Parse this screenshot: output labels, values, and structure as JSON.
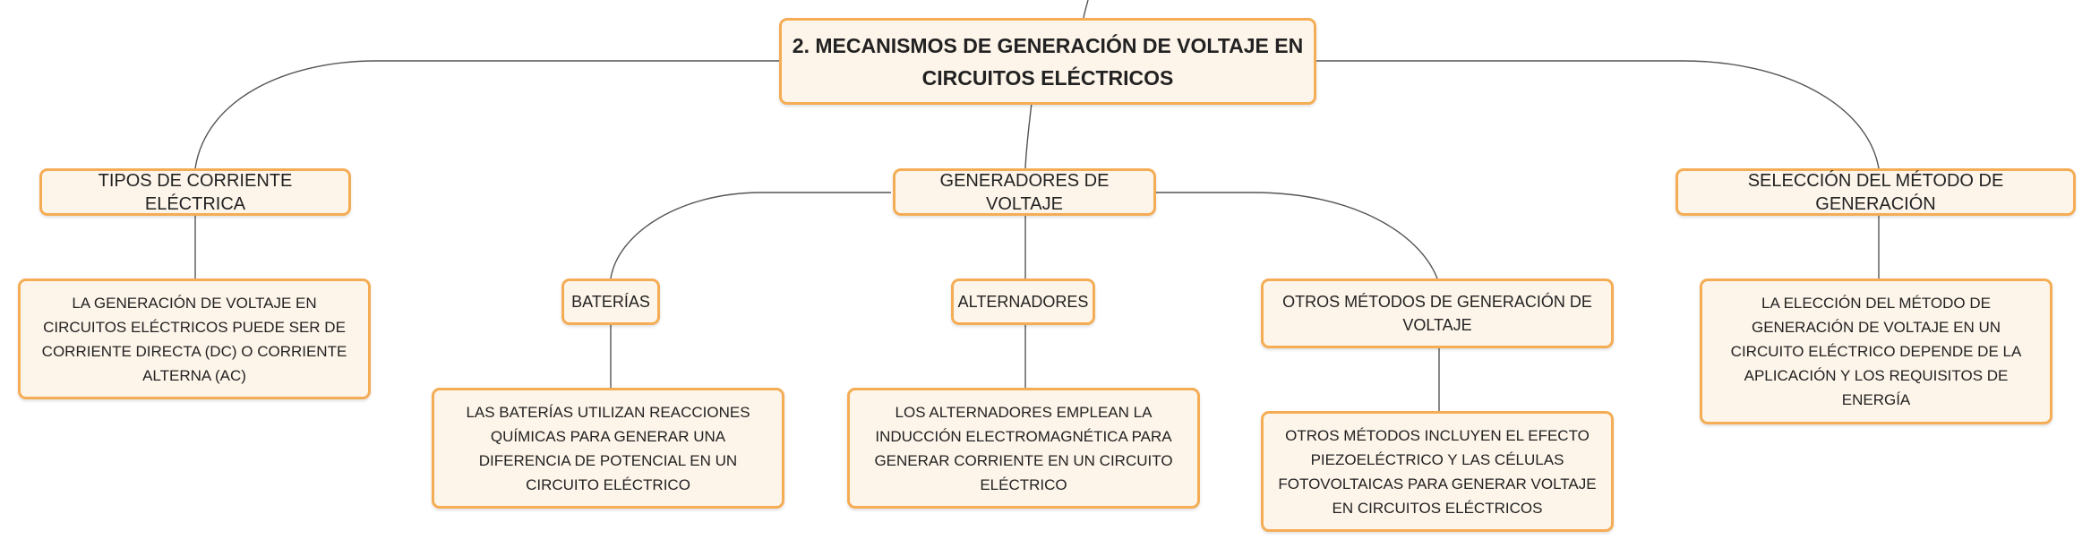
{
  "colors": {
    "border": "#f5ad55",
    "fill": "#fef5ea",
    "connector": "#555555",
    "text": "#222222"
  },
  "root": {
    "text": "2. MECANISMOS DE GENERACIÓN DE VOLTAJE EN CIRCUITOS ELÉCTRICOS"
  },
  "branches": {
    "tipos": {
      "title": "TIPOS DE CORRIENTE ELÉCTRICA",
      "detail": "LA GENERACIÓN DE VOLTAJE EN CIRCUITOS ELÉCTRICOS PUEDE SER DE CORRIENTE DIRECTA (DC) O CORRIENTE ALTERNA (AC)"
    },
    "generadores": {
      "title": "GENERADORES DE VOLTAJE",
      "baterias": {
        "title": "BATERÍAS",
        "detail": "LAS BATERÍAS UTILIZAN REACCIONES QUÍMICAS PARA GENERAR UNA DIFERENCIA DE POTENCIAL EN UN CIRCUITO ELÉCTRICO"
      },
      "alternadores": {
        "title": "ALTERNADORES",
        "detail": "LOS ALTERNADORES EMPLEAN LA INDUCCIÓN ELECTROMAGNÉTICA PARA GENERAR CORRIENTE EN UN CIRCUITO ELÉCTRICO"
      },
      "otros": {
        "title": "OTROS MÉTODOS DE GENERACIÓN DE VOLTAJE",
        "detail": "OTROS MÉTODOS INCLUYEN EL EFECTO PIEZOELÉCTRICO Y LAS CÉLULAS FOTOVOLTAICAS PARA GENERAR VOLTAJE EN CIRCUITOS ELÉCTRICOS"
      }
    },
    "seleccion": {
      "title": "SELECCIÓN DEL MÉTODO DE GENERACIÓN",
      "detail": "LA ELECCIÓN DEL MÉTODO DE GENERACIÓN DE VOLTAJE EN UN CIRCUITO ELÉCTRICO DEPENDE DE LA APLICACIÓN Y LOS REQUISITOS DE ENERGÍA"
    }
  }
}
